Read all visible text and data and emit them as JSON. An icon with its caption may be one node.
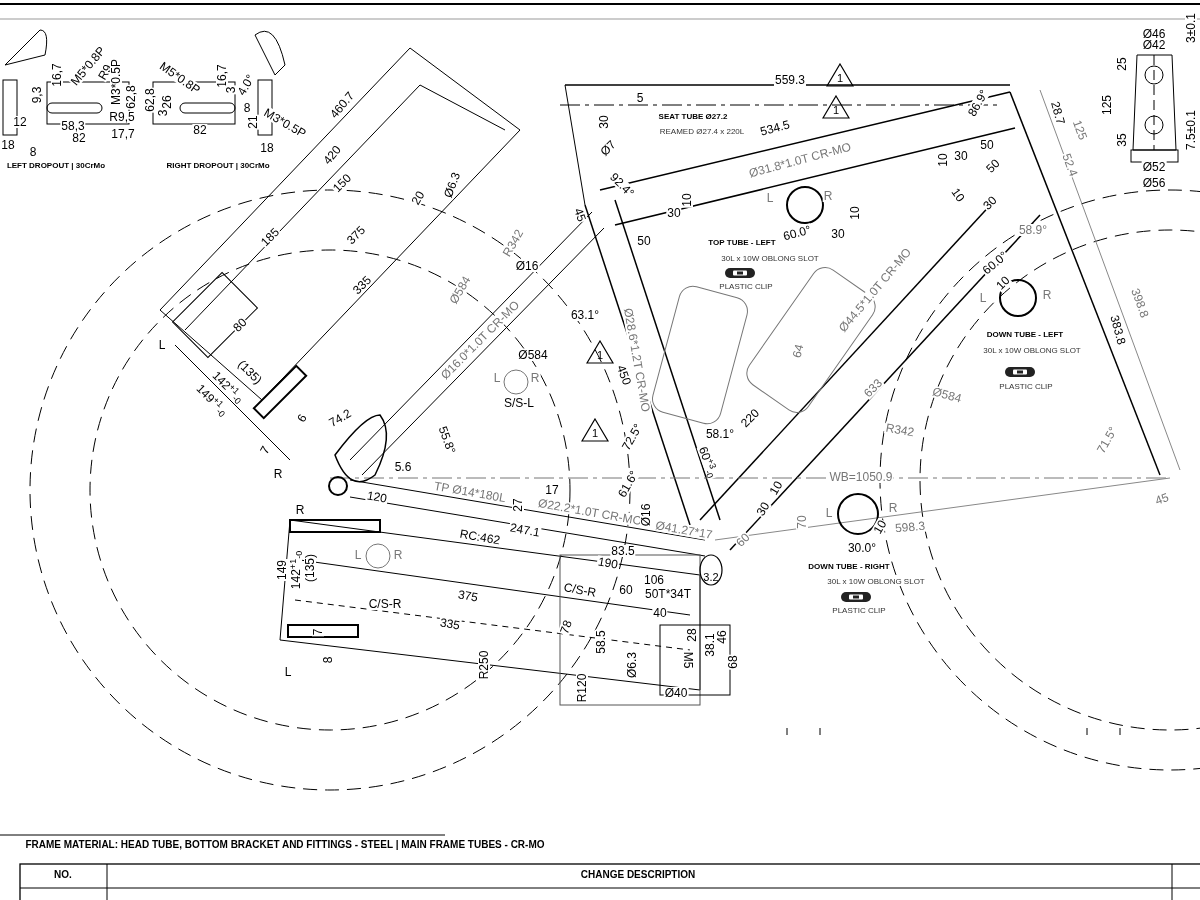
{
  "diagram": {
    "nodes": [
      {
        "text": [
          "1"
        ]
      },
      {
        "text": [
          "1"
        ]
      },
      {
        "text": [
          "1"
        ]
      },
      {
        "text": [
          "1"
        ]
      },
      {
        "text": [
          "3.2"
        ]
      }
    ],
    "labels": [
      "16,7",
      "M5*0.8P",
      "R9",
      "M3*0.5P",
      "62,8",
      "9,3",
      "12",
      "58,3",
      "R9,5",
      "82",
      "17,7",
      "18",
      "8",
      "LEFT DROPOUT  |  30CrMo",
      "M5*0.8P",
      "16,7",
      "3",
      "62,8",
      "26",
      "3",
      "4.0°",
      "82",
      "8",
      "21",
      "M3*0.5P",
      "18",
      "RIGHT DROPOUT  |  30CrMo",
      "460.7",
      "420",
      "150",
      "20",
      "Ø6.3",
      "185",
      "375",
      "335",
      "80",
      "L",
      "(135)",
      "142$^{+1}$$_{-0}$",
      "149$^{+1}$$_{-0}$",
      "6",
      "7",
      "74.2",
      "R",
      "5.6",
      "55.8°",
      "120",
      "TP Ø14*180L",
      "27",
      "17",
      "Ø22.2*1.0T CR-MO",
      "247.1",
      "RC:462",
      "R",
      "L",
      "R",
      "C/S-R",
      "149",
      "142$^{+1}$$_{-0}$",
      "(135)",
      "7",
      "8",
      "L",
      "375",
      "335",
      "R250",
      "R120",
      "C/S-R",
      "190",
      "106",
      "60",
      "50T*34T",
      "40",
      "78",
      "58.5",
      "Ø6.3",
      "M5",
      "Ø40",
      "28",
      "38.1",
      "46",
      "68",
      "83.5",
      "Ø16",
      "Ø41.27*17",
      "60",
      "30",
      "10",
      "70",
      "L",
      "R",
      "10",
      "30.0°",
      "DOWN TUBE - RIGHT",
      "30L x 10W OBLONG SLOT",
      "PLASTIC CLIP",
      "WB=1050.9",
      "598.3",
      "45",
      "71.5°",
      "R342",
      "633",
      "Ø584",
      "220",
      "58.1°",
      "60$^{+3}$$_{-0}$",
      "72.5°",
      "61.6°",
      "450",
      "Ø28.6*1.2T CR-MO",
      "64",
      "S/S-L",
      "L",
      "R",
      "Ø584",
      "Ø16",
      "R342",
      "Ø584",
      "Ø16.0*1.0T CR-MO",
      "63.1°",
      "Ø7",
      "30",
      "5",
      "SEAT TUBE Ø27.2",
      "REAMED Ø27.4 x 220L",
      "92.4°",
      "45",
      "10",
      "30",
      "50",
      "Ø31.8*1.0T CR-MO",
      "L",
      "R",
      "10",
      "30",
      "60.0°",
      "TOP TUBE - LEFT",
      "30L x 10W OBLONG SLOT",
      "PLASTIC CLIP",
      "559.3",
      "534.5",
      "86.9°",
      "28.7",
      "125",
      "52.4",
      "10",
      "30",
      "50",
      "50",
      "30",
      "10",
      "Ø44.5*1.0T CR-MO",
      "58.9°",
      "60.0°",
      "10",
      "L",
      "R",
      "DOWN TUBE - LEFT",
      "30L x 10W OBLONG SLOT",
      "PLASTIC CLIP",
      "383.8",
      "398.8",
      "Ø46",
      "Ø42",
      "3±0.1",
      "25",
      "125",
      "35",
      "7.5±0.1",
      "Ø52",
      "Ø56",
      "FRAME MATERIAL: HEAD TUBE, BOTTOM BRACKET AND FITTINGS - STEEL  |  MAIN FRAME TUBES - CR-MO",
      "NO.",
      "CHANGE DESCRIPTION"
    ]
  }
}
